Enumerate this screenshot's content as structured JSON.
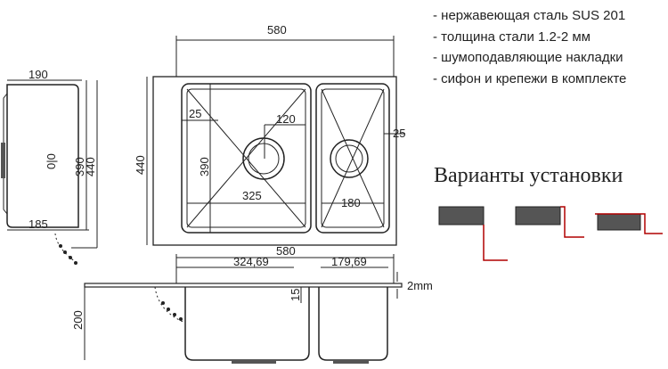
{
  "features": [
    "- нержавеющая сталь SUS 201",
    "- толщина стали  1.2-2 мм",
    "- шумоподавляющие накладки",
    "- сифон и крепежи в комплекте"
  ],
  "variants_title": "Варианты установки",
  "dims": {
    "side_width": "190",
    "side_height_inner": "390",
    "side_height_outer": "440",
    "side_depth_bottom": "185",
    "top_width": "580",
    "top_height": "440",
    "top_radius_left": "25",
    "top_radius_right": "25",
    "drain_offset": "120",
    "left_bowl_height": "390",
    "left_bowl_width": "325",
    "right_bowl_width": "180",
    "front_width": "580",
    "front_left_bowl": "324,69",
    "front_right_bowl": "179,69",
    "front_flange": "15",
    "front_thickness": "2mm",
    "front_depth": "200"
  },
  "colors": {
    "line": "#222222",
    "accent": "#b00000",
    "fill_dark": "#555555"
  }
}
